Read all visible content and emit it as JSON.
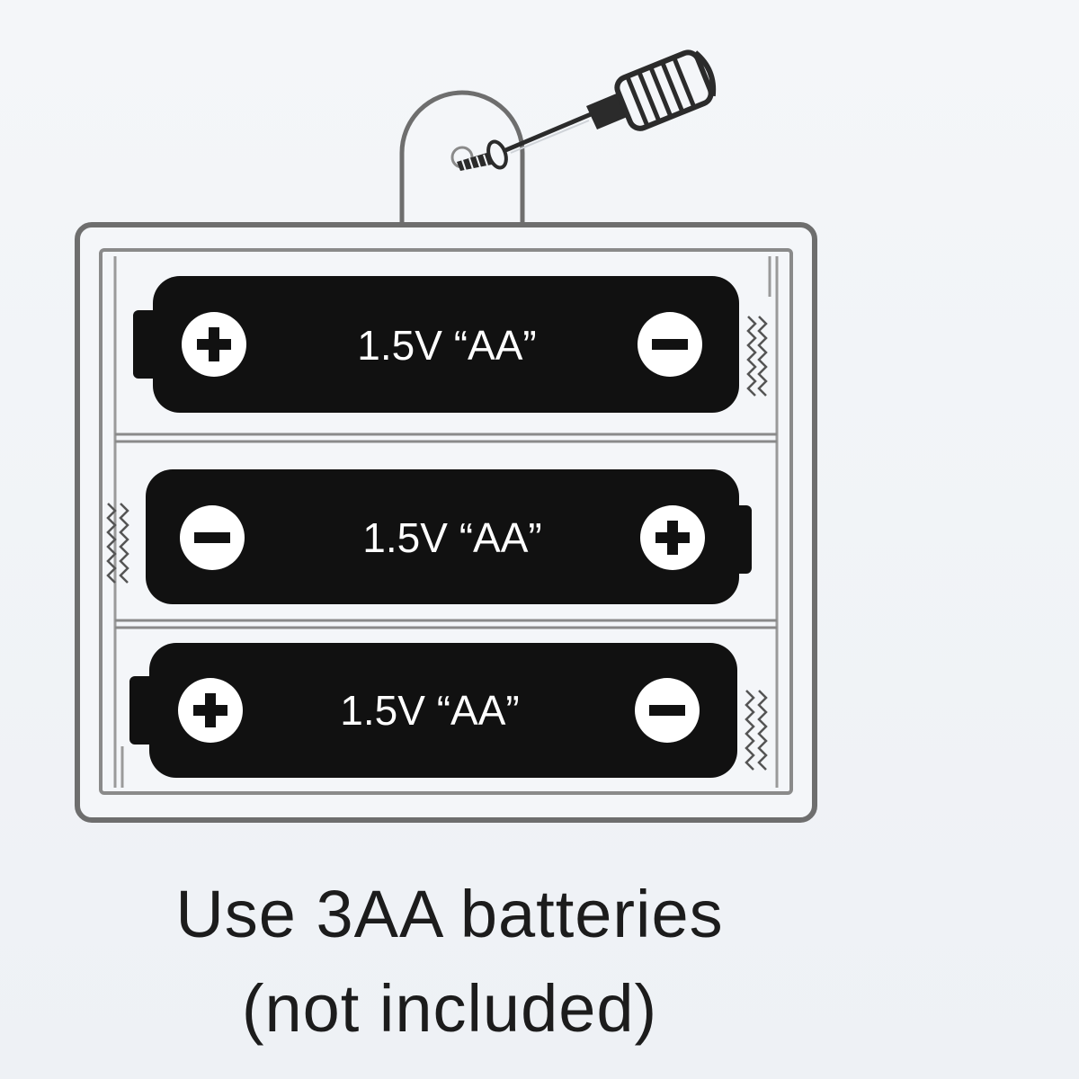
{
  "colors": {
    "background": "#f2f4f7",
    "outline": "#6e6e6e",
    "battery_fill": "#111111",
    "battery_text": "#ffffff",
    "caption_text": "#1c1c1c"
  },
  "icons": {
    "plus": "plus-icon",
    "minus": "minus-icon",
    "spring": "spring-icon",
    "screw": "screw-icon",
    "screwdriver": "screwdriver-icon"
  },
  "batteries": [
    {
      "label": "1.5V “AA”",
      "left_terminal": "+",
      "right_terminal": "−"
    },
    {
      "label": "1.5V “AA”",
      "left_terminal": "−",
      "right_terminal": "+"
    },
    {
      "label": "1.5V “AA”",
      "left_terminal": "+",
      "right_terminal": "−"
    }
  ],
  "caption": {
    "line1": "Use 3AA batteries",
    "line2": "(not included)"
  }
}
